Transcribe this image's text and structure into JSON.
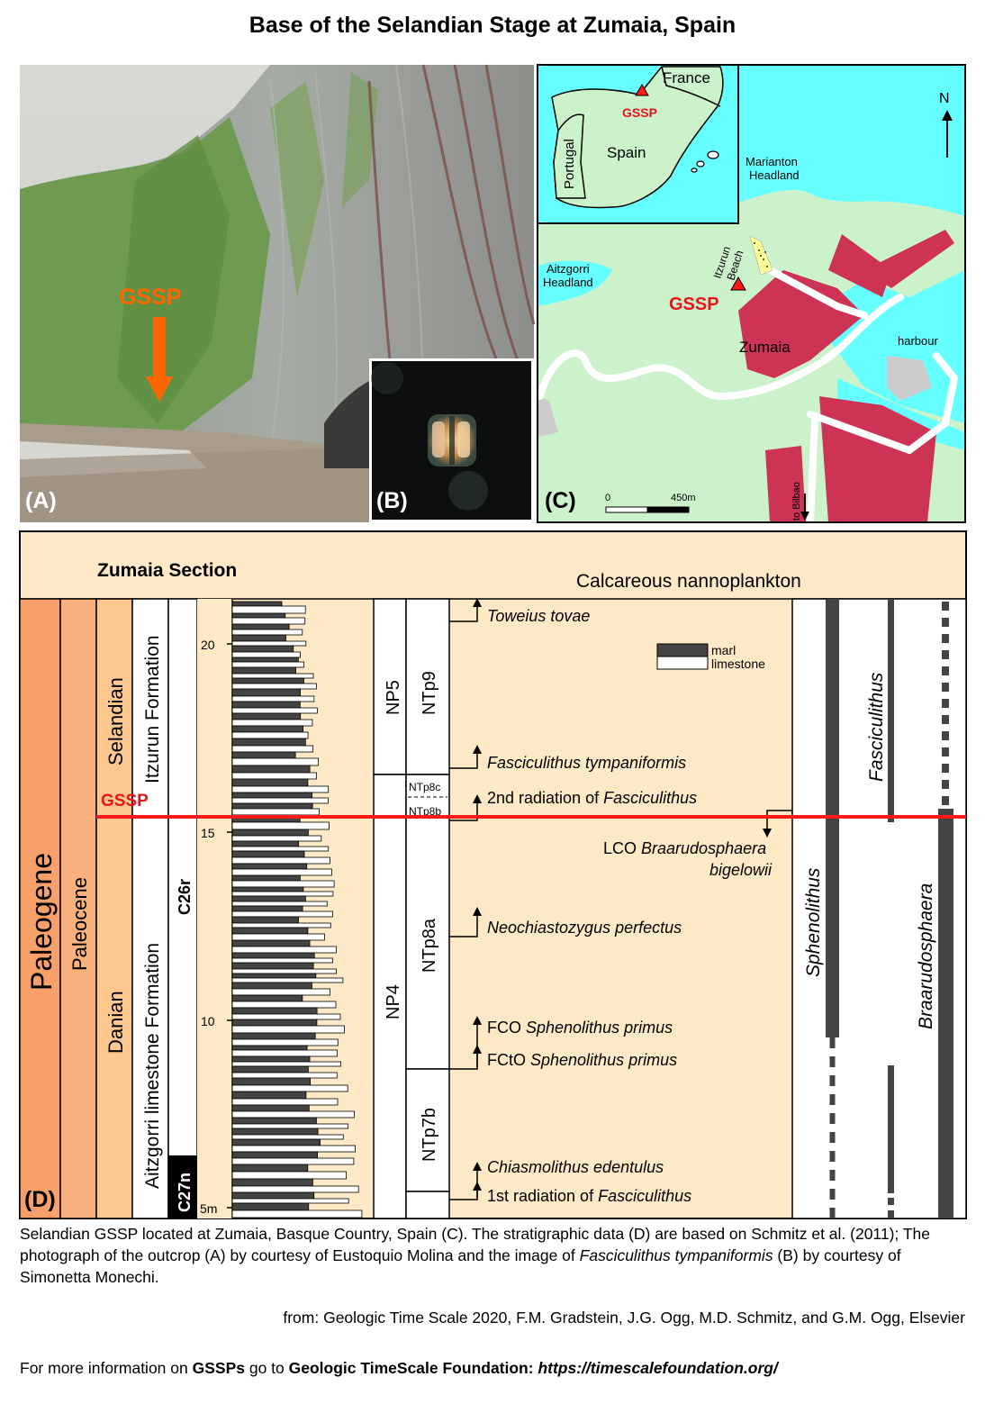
{
  "title": "Base of the Selandian Stage at Zumaia, Spain",
  "panel_a": {
    "label": "(A)",
    "gssp_label": "GSSP"
  },
  "panel_b": {
    "label": "(B)"
  },
  "panel_c": {
    "label": "(C)",
    "inset": {
      "france": "France",
      "spain": "Spain",
      "portugal": "Portugal",
      "gssp": "GSSP"
    },
    "north": "N",
    "marianton_1": "Marianton",
    "marianton_2": "Headland",
    "aitzgorri_1": "Aitzgorri",
    "aitzgorri_2": "Headland",
    "itzurun_1": "Itzurun",
    "itzurun_2": "Beach",
    "gssp": "GSSP",
    "zumaia": "Zumaia",
    "harbour": "harbour",
    "scale_0": "0",
    "scale_1": "450m",
    "to_bilbao": "to Bilbao"
  },
  "panel_d": {
    "label": "(D)",
    "section_title": "Zumaia Section",
    "nanno_title": "Calcareous nannoplankton",
    "era": "Paleogene",
    "epoch": "Paleocene",
    "stage_upper": "Selandian",
    "stage_lower": "Danian",
    "gssp": "GSSP",
    "formation_upper": "Itzurun Formation",
    "formation_lower": "Aitzgorri limestone Formation",
    "chron_upper": "C26r",
    "chron_lower": "C27n",
    "ticks": [
      "20",
      "15",
      "10",
      "5m"
    ],
    "np_upper": "NP5",
    "np_lower": "NP4",
    "ntp": [
      "NTp9",
      "NTp8c",
      "NTp8b",
      "NTp8a",
      "NTp7b"
    ],
    "legend_marl": "marl",
    "legend_limestone": "limestone",
    "events": [
      {
        "pre": "",
        "ital": "Toweius tovae",
        "post": ""
      },
      {
        "pre": "",
        "ital": "Fasciculithus tympaniformis",
        "post": ""
      },
      {
        "pre": "2nd radiation of ",
        "ital": "Fasciculithus",
        "post": ""
      },
      {
        "pre": "LCO ",
        "ital": "Braarudosphaera",
        "post": ""
      },
      {
        "pre": "",
        "ital": "bigelowii",
        "post": ""
      },
      {
        "pre": "",
        "ital": "Neochiastozygus perfectus",
        "post": ""
      },
      {
        "pre": "FCO ",
        "ital": "Sphenolithus primus",
        "post": ""
      },
      {
        "pre": "FCtO ",
        "ital": "Sphenolithus primus",
        "post": ""
      },
      {
        "pre": "",
        "ital": "Chiasmolithus edentulus",
        "post": ""
      },
      {
        "pre": "1st radiation of ",
        "ital": "Fasciculithus",
        "post": ""
      }
    ],
    "taxa": [
      "Sphenolithus",
      "Fasciculithus",
      "Braarudosphaera"
    ]
  },
  "caption": {
    "t1": "Selandian GSSP located at Zumaia, Basque Country, Spain (C). The stratigraphic data (D) are based on Schmitz et al. (2011); The photograph of the outcrop (A) by courtesy of Eustoquio Molina and the image of ",
    "i1": "Fasciculithus tympaniformis",
    "t2": " (B) by courtesy of Simonetta Monechi."
  },
  "source": "from: Geologic Time Scale 2020, F.M. Gradstein, J.G. Ogg, M.D. Schmitz, and G.M. Ogg, Elsevier",
  "more": {
    "t1": "For more information on ",
    "b1": "GSSPs",
    "t2": " go to ",
    "b2": "Geologic TimeScale Foundation:",
    "t3": " ",
    "bi": "https://timescalefoundation.org/"
  },
  "colors": {
    "era": "#f7a06a",
    "epoch": "#f9b27e",
    "stage": "#fcc88f",
    "panel_bg": "#fde9c5",
    "gssp_line": "#ff1a1a",
    "gssp_text": "#e8141b",
    "sea": "#66ffff",
    "land": "#ccf2cc",
    "town": "#cc3355",
    "arrow": "#ff6600"
  }
}
